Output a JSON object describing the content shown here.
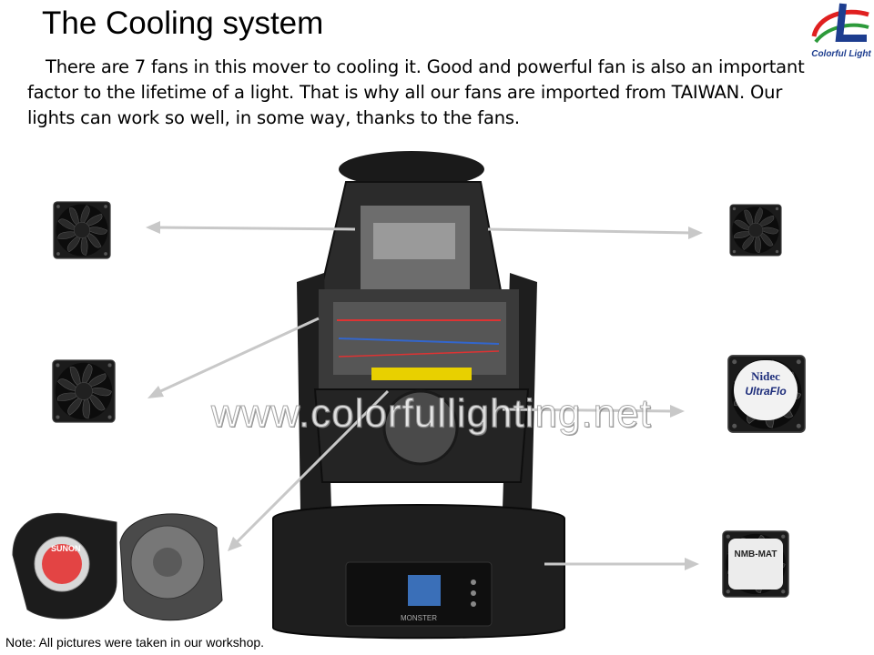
{
  "slide": {
    "title": "The Cooling system",
    "intro": "There are 7 fans in this mover to cooling it. Good and powerful fan is also an important factor to the lifetime of a light.  That is why all our fans are imported from TAIWAN.  Our lights can work so well, in some way, thanks to the fans.",
    "watermark": "www.colorfullighting.net",
    "note": "Note: All pictures were taken in our workshop."
  },
  "logo": {
    "text": "Colorful Light"
  },
  "fixture": {
    "screen_brand": "MONSTER"
  },
  "fan_labels": {
    "nidec_brand": "Nidec",
    "nidec_model": "UltraFlo",
    "nmb_brand": "NMB-MAT",
    "sunon_brand": "SUNON"
  },
  "colors": {
    "fan_body": "#1b1b1b",
    "arrow": "#c8c8c8",
    "logo_red": "#e02020",
    "logo_green": "#2c9a3a",
    "logo_blue": "#1d3d8f"
  }
}
